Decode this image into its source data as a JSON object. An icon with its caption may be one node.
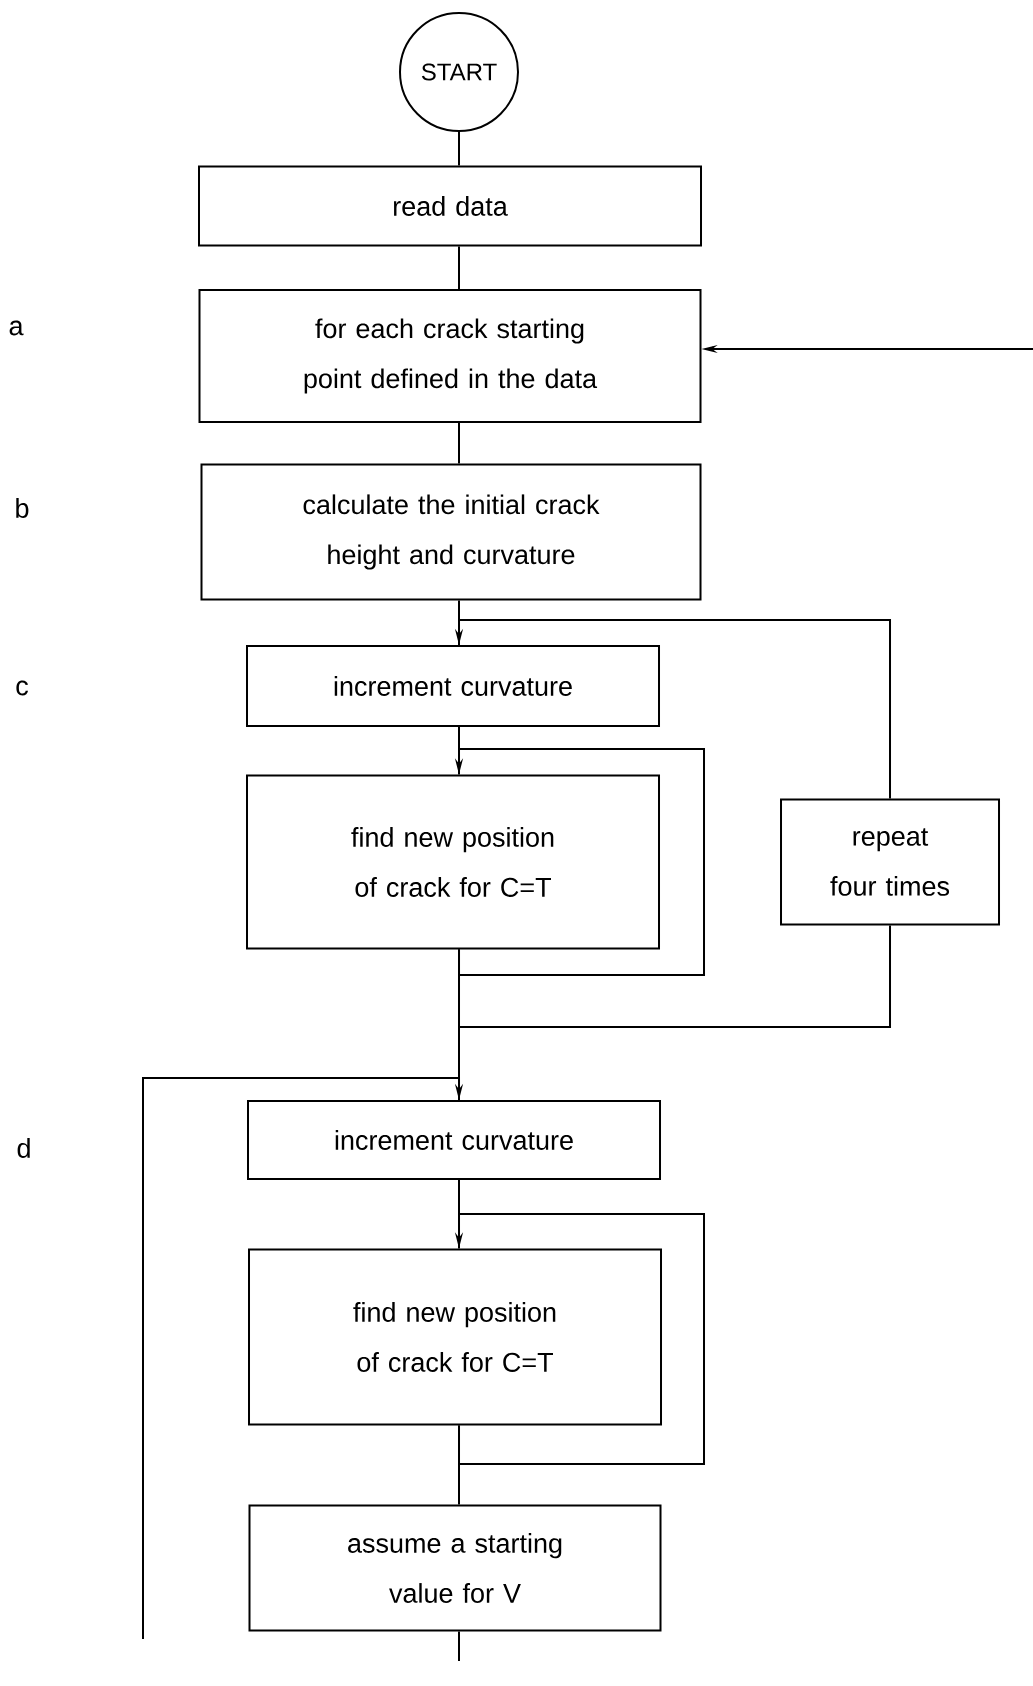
{
  "diagram": {
    "nodes": [
      {
        "text": [
          "START"
        ]
      },
      {
        "text": [
          "read data"
        ]
      },
      {
        "text": [
          "for each crack starting point defined in the data"
        ]
      },
      {
        "text": [
          "calculate the initial crack height and curvature"
        ]
      },
      {
        "text": [
          "increment curvature"
        ]
      },
      {
        "text": [
          "find new position of crack for C=T"
        ]
      },
      {
        "text": [
          "repeat four times"
        ]
      },
      {
        "text": [
          "increment curvature"
        ]
      },
      {
        "text": [
          "find new position of crack for C=T"
        ]
      },
      {
        "text": [
          "assume a starting value for V"
        ]
      }
    ],
    "edges": [
      {
        "from": 0,
        "to": 1,
        "arrow": "none"
      },
      {
        "from": 1,
        "to": 2,
        "arrow": "none"
      },
      {
        "from": null,
        "to": 2,
        "arrow": "to"
      },
      {
        "from": 2,
        "to": 3,
        "arrow": "none"
      },
      {
        "from": 3,
        "to": 4,
        "arrow": "none"
      },
      {
        "from": 4,
        "to": 5,
        "arrow": "none"
      },
      {
        "from": 5,
        "to": 5,
        "arrow": "to"
      },
      {
        "from": 5,
        "to": 6,
        "arrow": "none"
      },
      {
        "from": 6,
        "to": 4,
        "arrow": "to"
      },
      {
        "from": 5,
        "to": 7,
        "arrow": "none"
      },
      {
        "from": null,
        "to": 7,
        "arrow": "to"
      },
      {
        "from": 7,
        "to": 8,
        "arrow": "none"
      },
      {
        "from": 8,
        "to": 8,
        "arrow": "to"
      },
      {
        "from": 8,
        "to": 9,
        "arrow": "none"
      },
      {
        "from": 9,
        "to": null,
        "arrow": "none"
      }
    ],
    "labels": [
      "a",
      "b",
      "c",
      "d"
    ]
  }
}
